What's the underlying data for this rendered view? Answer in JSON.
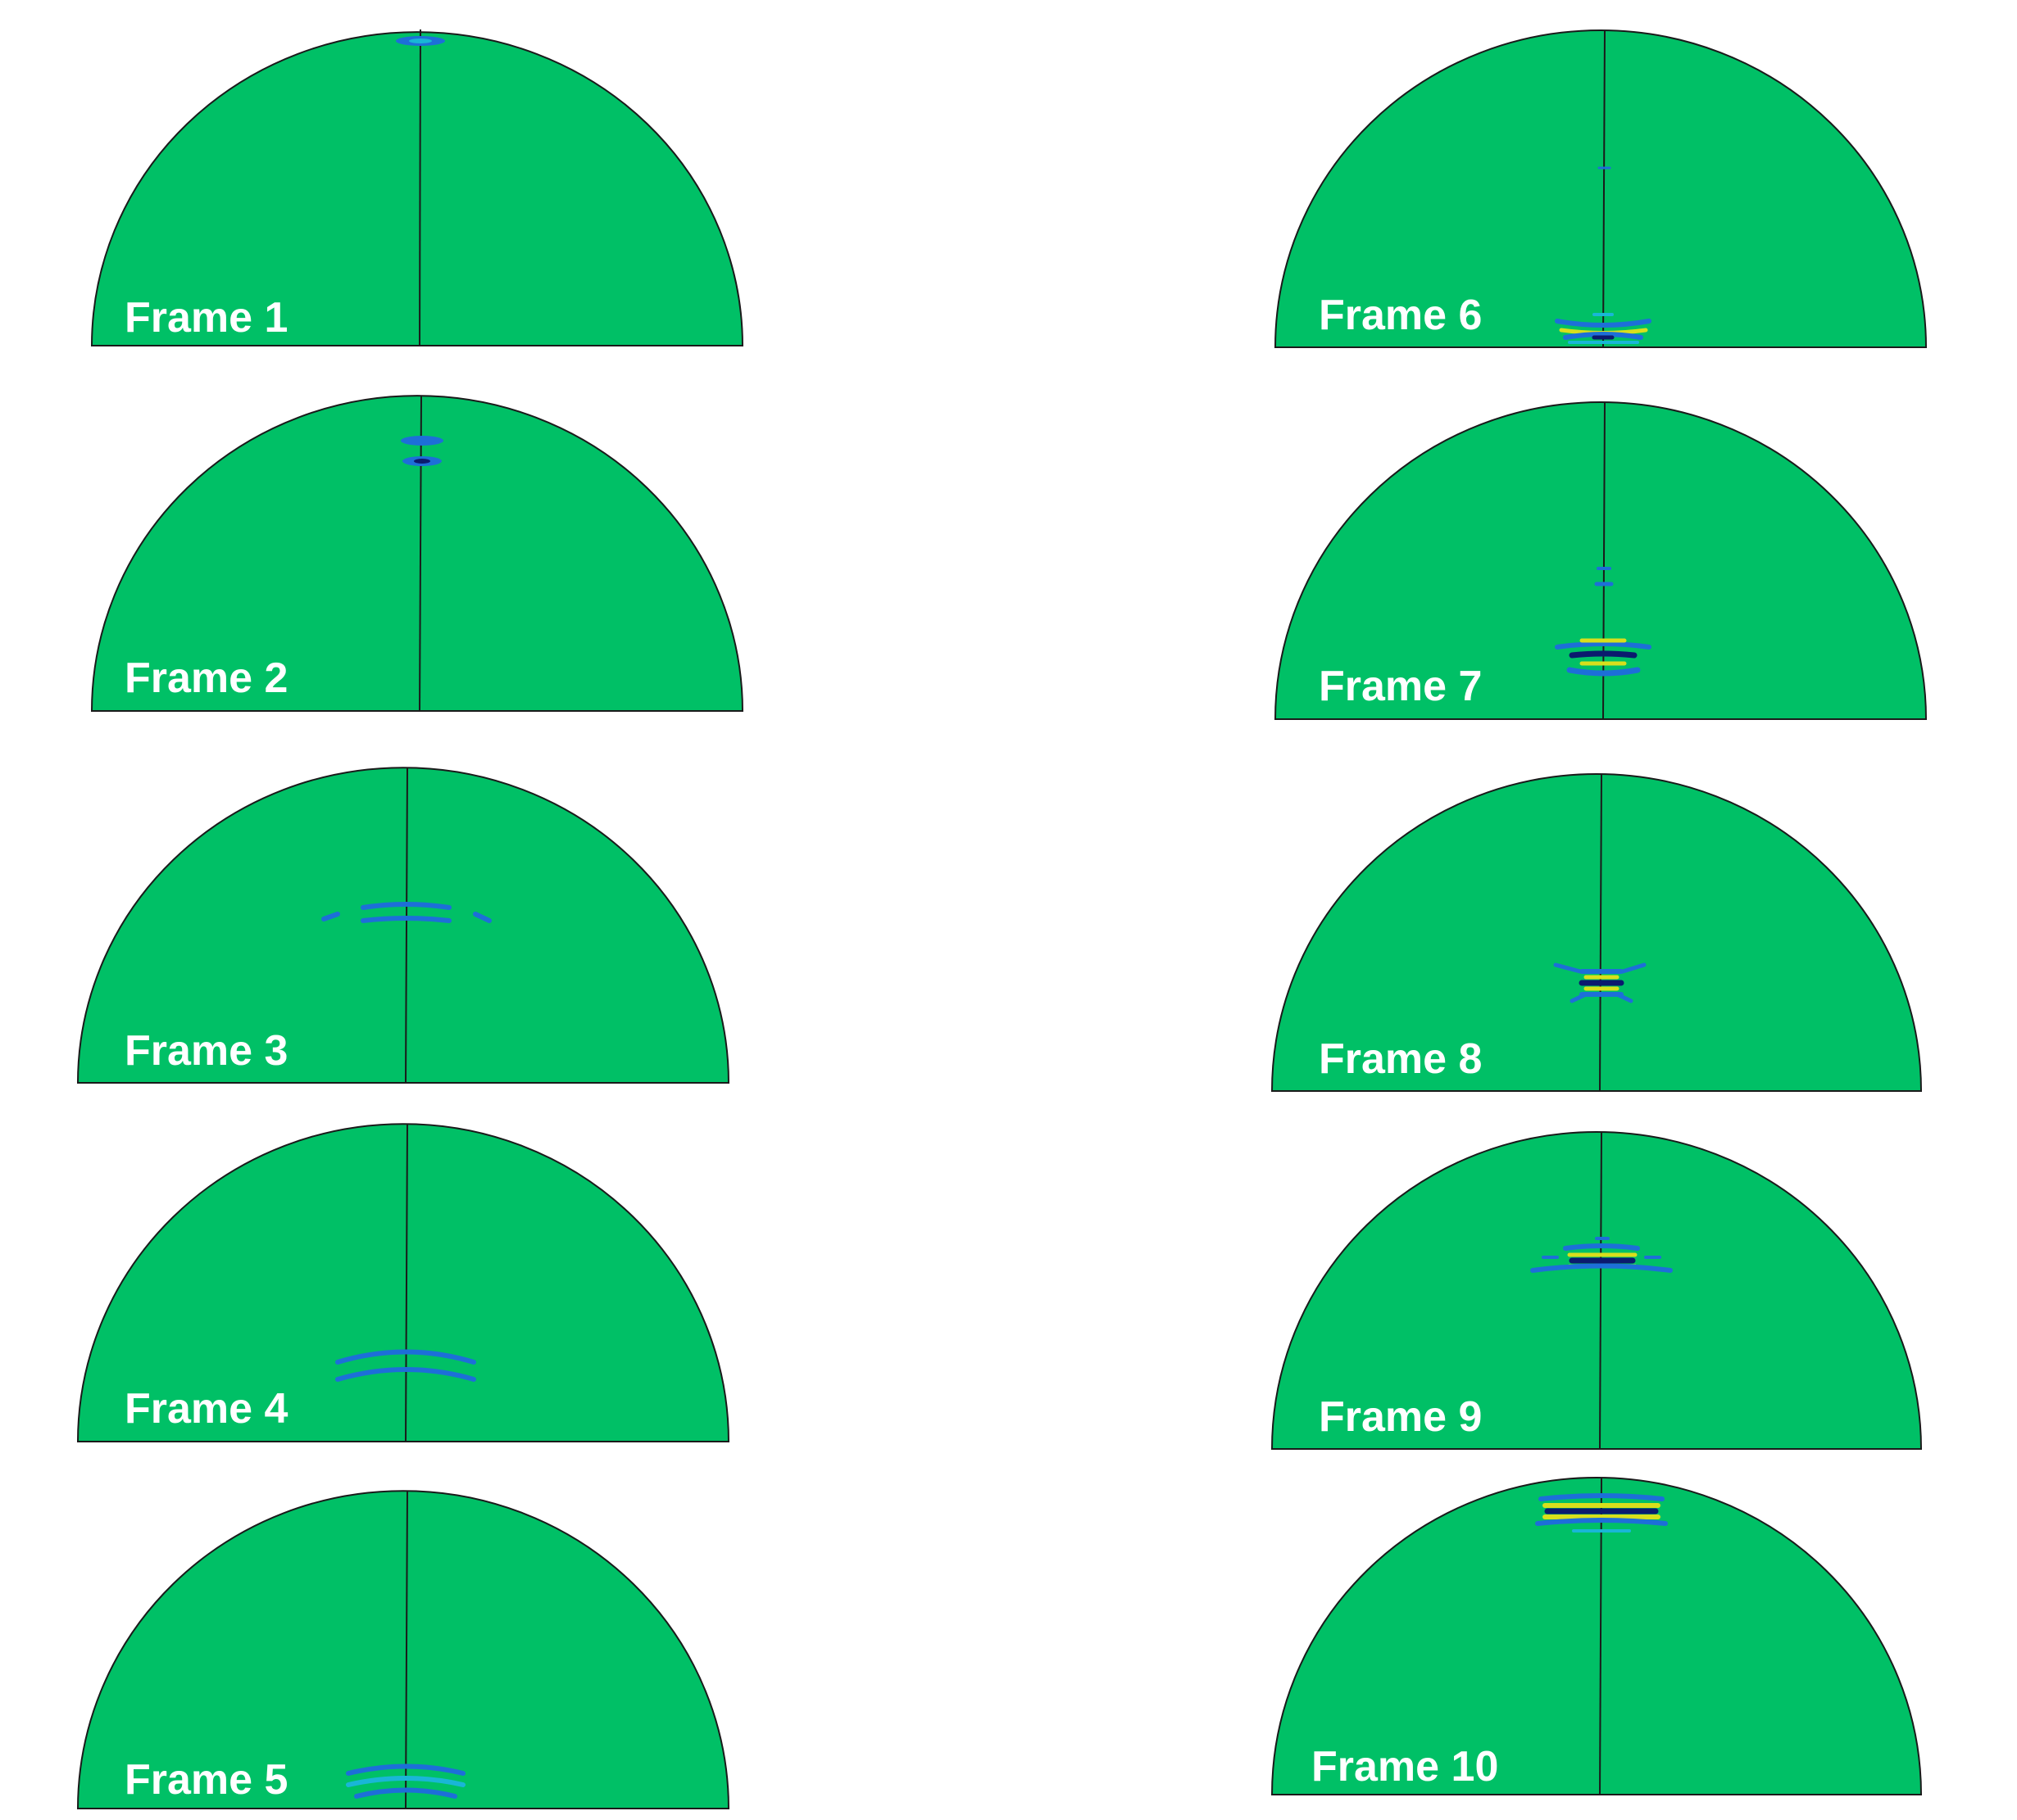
{
  "colors": {
    "background": "#ffffff",
    "domain_fill": "#00c066",
    "outline": "#1a1a1a",
    "label_text": "#ffffff",
    "wave_blue": "#1d6fd8",
    "wave_cyan": "#19b6d6",
    "wave_yellow": "#d8df1c",
    "wave_dark": "#0b1a6e"
  },
  "frames": [
    {
      "label": "Frame 1"
    },
    {
      "label": "Frame 2"
    },
    {
      "label": "Frame 3"
    },
    {
      "label": "Frame 4"
    },
    {
      "label": "Frame 5"
    },
    {
      "label": "Frame 6"
    },
    {
      "label": "Frame 7"
    },
    {
      "label": "Frame 8"
    },
    {
      "label": "Frame 9"
    },
    {
      "label": "Frame 10"
    }
  ]
}
